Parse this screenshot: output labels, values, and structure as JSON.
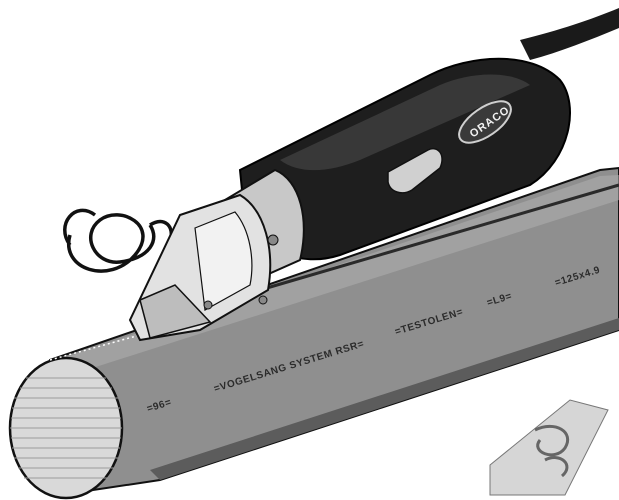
{
  "tool": {
    "brand_logo": "ORACO"
  },
  "pipe": {
    "markings": [
      "=96=",
      "=VOGELSANG SYSTEM RSR=",
      "=TESTOLEN=",
      "=L9=",
      "=125x4.9"
    ]
  },
  "colors": {
    "pipe_body": "#8f8f8f",
    "pipe_highlight": "#b9b9b9",
    "pipe_shadow": "#5c5c5c",
    "tool_body": "#1e1e1e",
    "tool_head": "#cfcfcf",
    "outline": "#111111"
  }
}
